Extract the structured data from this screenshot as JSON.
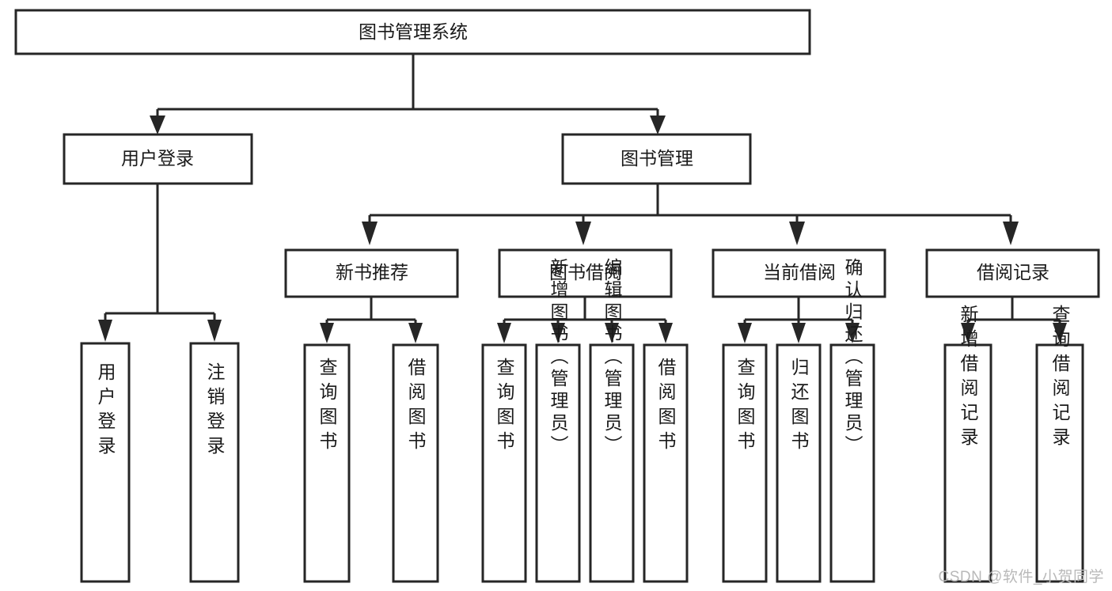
{
  "diagram": {
    "title": "图书管理系统",
    "type": "hierarchy-tree",
    "watermark": "CSDN @软件_小贺同学",
    "colors": {
      "box_stroke": "#262626",
      "box_fill": "#ffffff",
      "text": "#1a1a1a",
      "watermark": "#b9b9b9",
      "background": "#ffffff"
    },
    "levels": {
      "root": {
        "label": "图书管理系统"
      },
      "level2": [
        {
          "label": "用户登录"
        },
        {
          "label": "图书管理"
        }
      ],
      "level3": [
        {
          "label": "新书推荐"
        },
        {
          "label": "图书借阅"
        },
        {
          "label": "当前借阅"
        },
        {
          "label": "借阅记录"
        }
      ],
      "leaves": [
        {
          "label": "用户登录",
          "parent": "用户登录"
        },
        {
          "label": "注销登录",
          "parent": "用户登录"
        },
        {
          "label": "查询图书",
          "parent": "新书推荐"
        },
        {
          "label": "借阅图书",
          "parent": "新书推荐"
        },
        {
          "label": "查询图书",
          "parent": "图书借阅"
        },
        {
          "label": "新增图书（管理员）",
          "parent": "图书借阅"
        },
        {
          "label": "编辑图书（管理员）",
          "parent": "图书借阅"
        },
        {
          "label": "借阅图书",
          "parent": "图书借阅"
        },
        {
          "label": "查询图书",
          "parent": "当前借阅"
        },
        {
          "label": "归还图书",
          "parent": "当前借阅"
        },
        {
          "label": "确认归还（管理员）",
          "parent": "当前借阅"
        },
        {
          "label": "新增借阅记录",
          "parent": "借阅记录"
        },
        {
          "label": "查询借阅记录",
          "parent": "借阅记录"
        }
      ]
    }
  }
}
